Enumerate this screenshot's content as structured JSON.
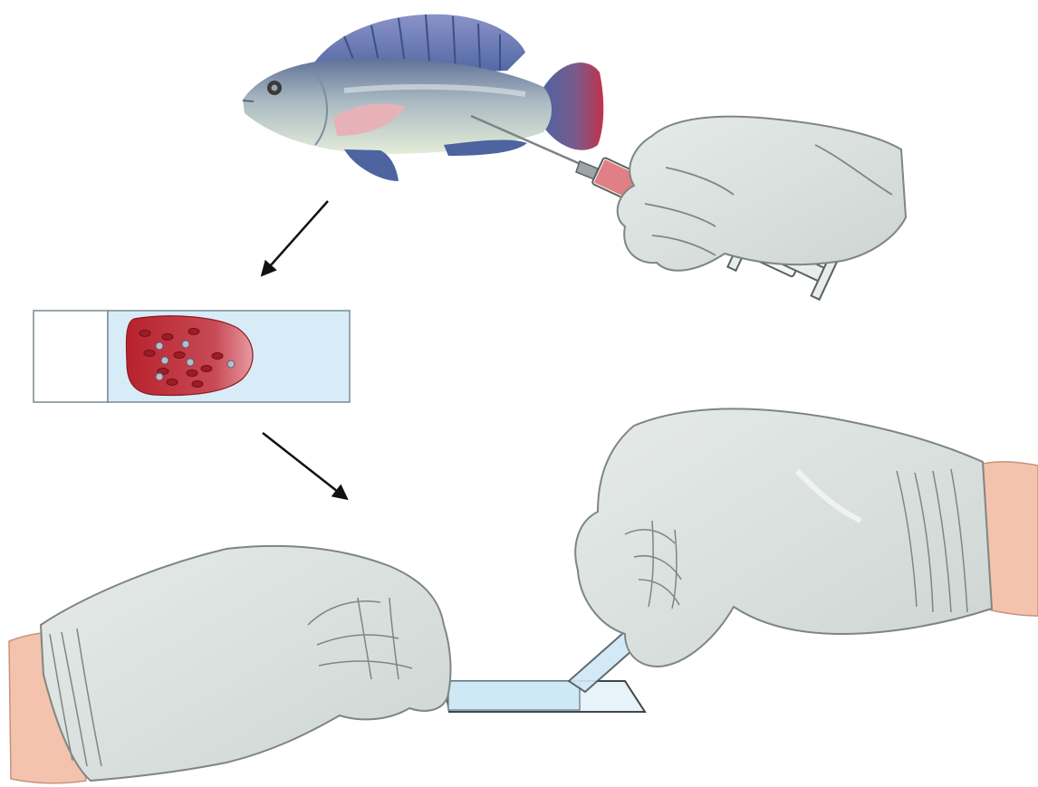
{
  "figure": {
    "kind": "illustration",
    "steps": [
      {
        "id": "blood-draw",
        "icon": "fish-syringe-illustration"
      },
      {
        "id": "blood-drop-on-slide",
        "icon": "slide-with-blood-drop-illustration"
      },
      {
        "id": "smear-spreading",
        "icon": "gloved-hands-smearing-slide-illustration"
      }
    ],
    "colors": {
      "background": "#ffffff",
      "glove": "#d9dfdd",
      "glove_outline": "#7f8682",
      "skin": "#f3c3ae",
      "slide_glass": "#d8ecf7",
      "slide_outline": "#7a8a92",
      "blood": "#b8222c",
      "fish_body_top": "#5f7097",
      "fish_body_bottom": "#dfe9d4",
      "fin": "#4d64a0",
      "fin_tail_red": "#b8394f",
      "arrow": "#111111"
    }
  }
}
